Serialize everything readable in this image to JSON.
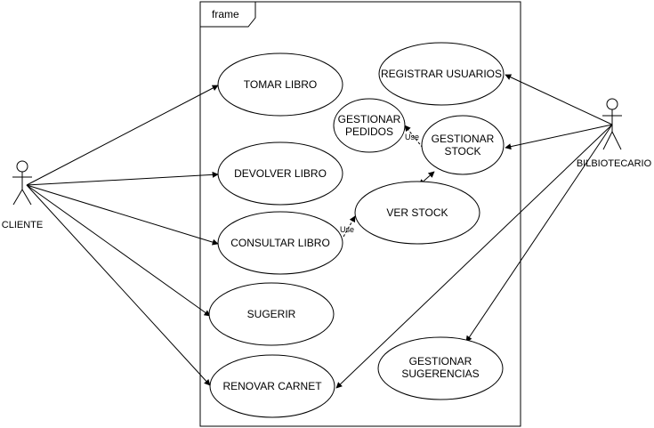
{
  "frame": {
    "label": "frame"
  },
  "actors": {
    "cliente": {
      "label": "CLIENTE"
    },
    "bibliotecario": {
      "label": "BILBIOTECARIO"
    }
  },
  "use_cases": {
    "tomar_libro": [
      "TOMAR LIBRO"
    ],
    "devolver_libro": [
      "DEVOLVER LIBRO"
    ],
    "consultar_libro": [
      "CONSULTAR LIBRO"
    ],
    "sugerir": [
      "SUGERIR"
    ],
    "renovar_carnet": [
      "RENOVAR CARNET"
    ],
    "registrar_usuarios": [
      "REGISTRAR USUARIOS"
    ],
    "gestionar_pedidos": [
      "GESTIONAR",
      "PEDIDOS"
    ],
    "gestionar_stock": [
      "GESTIONAR",
      "STOCK"
    ],
    "ver_stock": [
      "VER STOCK"
    ],
    "gestionar_sugerencias": [
      "GESTIONAR",
      "SUGERENCIAS"
    ]
  },
  "relations": {
    "use_label_stock": "Use",
    "use_label_consulta": "Use"
  }
}
